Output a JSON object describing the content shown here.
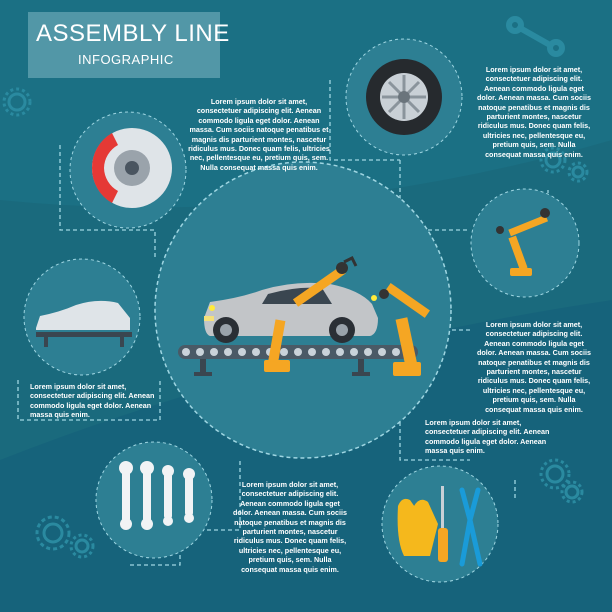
{
  "title": "ASSEMBLY LINE",
  "subtitle": "INFOGRAPHIC",
  "blurbs": {
    "top_left": "Lorem ipsum dolor sit amet, consectetuer adipiscing elit. Aenean commodo ligula eget dolor. Aenean massa. Cum sociis natoque penatibus et magnis dis parturient montes, nascetur ridiculus mus. Donec quam felis, ultricies nec, pellentesque eu, pretium quis, sem. Nulla consequat massa quis enim.",
    "top_right": "Lorem ipsum dolor sit amet, consectetuer adipiscing elit. Aenean commodo ligula eget dolor. Aenean massa. Cum sociis natoque penatibus et magnis dis parturient montes, nascetur ridiculus mus. Donec quam felis, ultricies nec, pellentesque eu, pretium quis, sem. Nulla consequat massa quis enim.",
    "mid_right": "Lorem ipsum dolor sit amet, consectetuer adipiscing elit. Aenean commodo ligula eget dolor. Aenean massa. Cum sociis natoque penatibus et magnis dis parturient montes, nascetur ridiculus mus. Donec quam felis, ultricies nec, pellentesque eu, pretium quis, sem. Nulla consequat massa quis enim.",
    "left": "Lorem ipsum dolor sit amet, consectetuer adipiscing elit. Aenean commodo ligula eget dolor. Aenean massa quis enim.",
    "right_short": "Lorem ipsum dolor sit amet, consectetuer adipiscing elit. Aenean commodo ligula eget dolor. Aenean massa quis enim.",
    "bottom": "Lorem ipsum dolor sit amet, consectetuer adipiscing elit. Aenean commodo ligula eget dolor. Aenean massa. Cum sociis natoque penatibus et magnis dis parturient montes, nascetur ridiculus mus. Donec quam felis, ultricies nec, pellentesque eu, pretium quis, sem. Nulla consequat massa quis enim."
  },
  "colors": {
    "background": "#1a6a7d",
    "circle": "#2d7f93",
    "accent_orange": "#f5a623",
    "brake_red": "#e53935",
    "dash": "#9fd6e2"
  }
}
